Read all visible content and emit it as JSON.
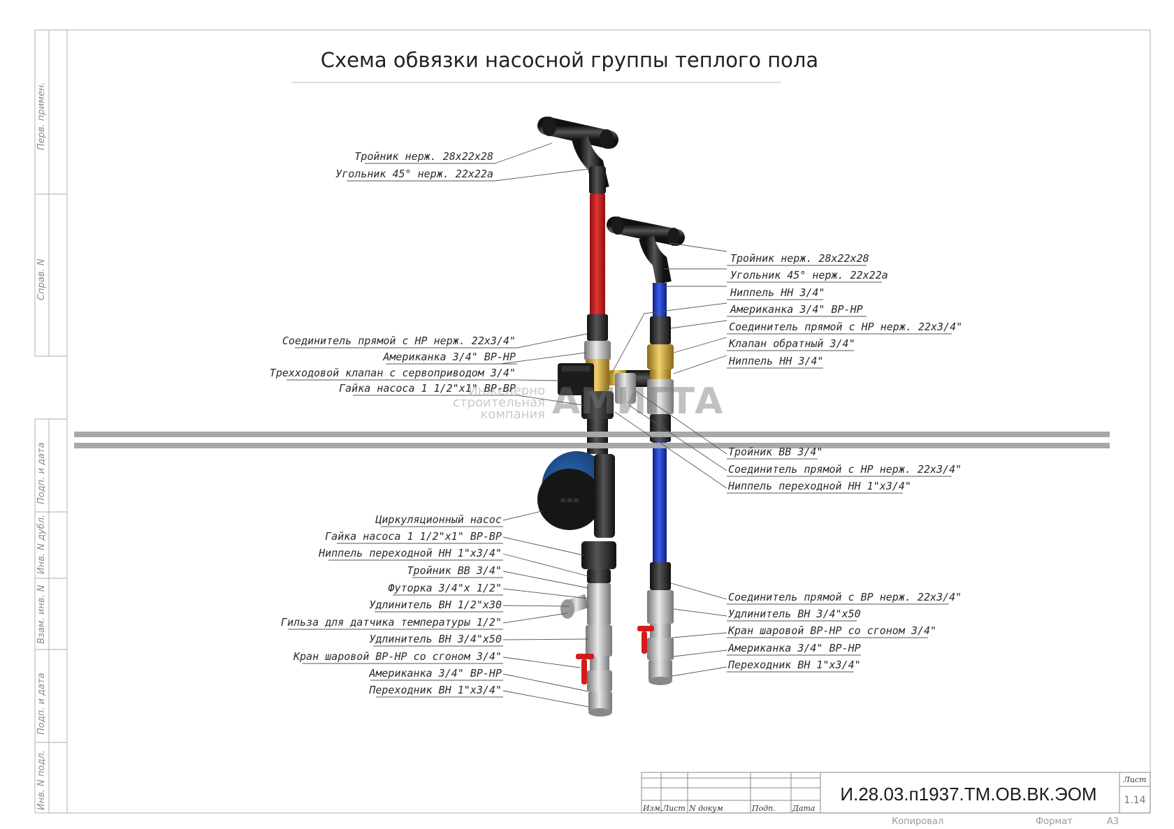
{
  "title": "Схема обвязки насосной группы теплого пола",
  "side_labels": [
    "Перв. примен.",
    "Справ. N",
    "Подп. и дата",
    "Инв. N дубл.",
    "Взам. инв. N",
    "Подп. и дата",
    "Инв. N подл."
  ],
  "watermark": {
    "line1": "Инженерно",
    "line2": "строительная",
    "line3": "компания",
    "brand": "АМИГТА"
  },
  "labels_upper_left": [
    "Тройник нерж. 28х22х28",
    "Угольник 45° нерж. 22х22а"
  ],
  "labels_mid_left": [
    "Соединитель прямой с НР нерж. 22х3/4\"",
    "Американка 3/4\" ВР-НР",
    "Трехходовой клапан с сервоприводом 3/4\"",
    "Гайка насоса 1 1/2\"х1\" ВР-ВР"
  ],
  "labels_upper_right": [
    "Тройник нерж. 28х22х28",
    "Угольник 45° нерж. 22х22а",
    "Ниппель НН 3/4\"",
    "Американка 3/4\" ВР-НР",
    "Соединитель прямой с НР нерж. 22х3/4\"",
    "Клапан обратный 3/4\"",
    "Ниппель НН 3/4\""
  ],
  "labels_mid_right": [
    "Тройник ВВ 3/4\"",
    "Соединитель прямой с НР нерж. 22х3/4\"",
    "Ниппель переходной НН 1\"х3/4\""
  ],
  "labels_lower_left": [
    "Циркуляционный насос",
    "Гайка насоса 1 1/2\"х1\" ВР-ВР",
    "Ниппель переходной НН 1\"х3/4\"",
    "Тройник ВВ 3/4\"",
    "Футорка 3/4\"х 1/2\"",
    "Удлинитель ВН 1/2\"х30",
    "Гильза для датчика температуры 1/2\"",
    "Удлинитель ВН 3/4\"х50",
    "Кран шаровой ВР-НР со сгоном 3/4\"",
    "Американка 3/4\" ВР-НР",
    "Переходник ВН 1\"х3/4\""
  ],
  "labels_lower_right": [
    "Соединитель прямой с ВР нерж. 22х3/4\"",
    "Удлинитель ВН 3/4\"х50",
    "Кран шаровой ВР-НР со сгоном 3/4\"",
    "Американка 3/4\" ВР-НР",
    "Переходник ВН 1\"х3/4\""
  ],
  "title_block": {
    "headers": [
      "Изм.",
      "Лист",
      "N докум",
      "Подп.",
      "Дата"
    ],
    "doc_code": "И.28.03.п1937.ТМ.ОВ.ВК.ЭОМ",
    "sheet_label": "Лист",
    "sheet_no": "1.14",
    "copied": "Копировал",
    "format_label": "Формат",
    "format": "А3"
  },
  "colors": {
    "supply": "#d11f1f",
    "return": "#1b3fcf",
    "fitting_dark": "#2b2b2b",
    "brass": "#c9a43a",
    "steel": "#b8b8b8",
    "pump_blue": "#1d4f8f",
    "valve_red": "#d41b1b"
  }
}
